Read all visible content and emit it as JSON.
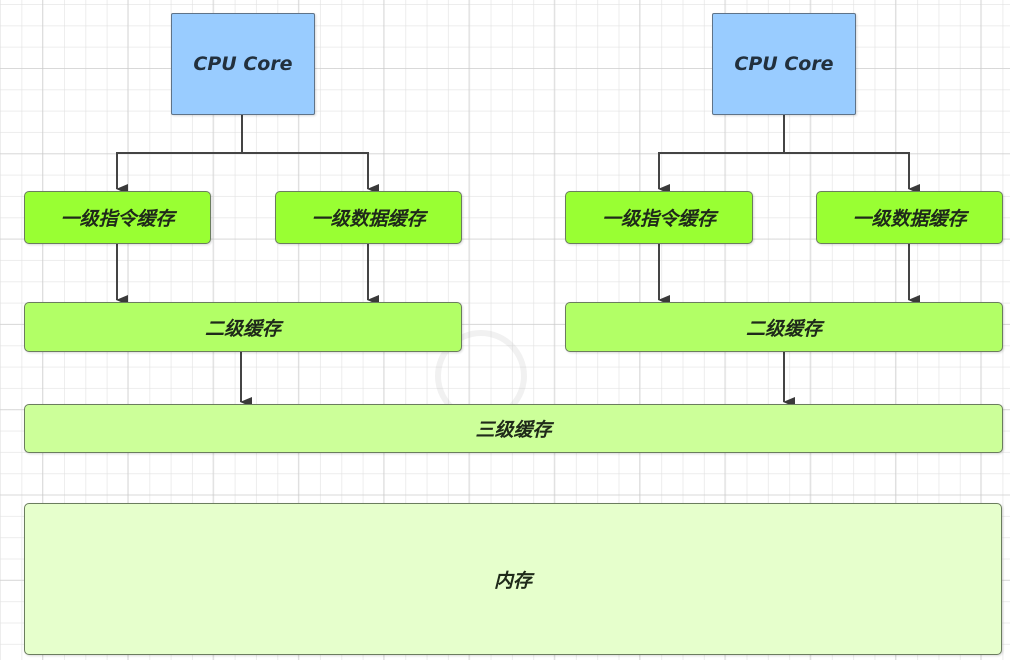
{
  "diagram": {
    "title": "CPU cache hierarchy",
    "colors": {
      "cpu": "#99ccff",
      "l1": "#99ff33",
      "l2": "#b2ff66",
      "l3": "#ccff99",
      "memory": "#e6ffcc",
      "edge": "#444444"
    },
    "cores": [
      {
        "cpu_label": "CPU Core",
        "l1_instruction_label": "一级指令缓存",
        "l1_data_label": "一级数据缓存",
        "l2_label": "二级缓存"
      },
      {
        "cpu_label": "CPU Core",
        "l1_instruction_label": "一级指令缓存",
        "l1_data_label": "一级数据缓存",
        "l2_label": "二级缓存"
      }
    ],
    "l3_label": "三级缓存",
    "memory_label": "内存",
    "edges": [
      {
        "from": "core-0-cpu",
        "to": "core-0-l1i"
      },
      {
        "from": "core-0-cpu",
        "to": "core-0-l1d"
      },
      {
        "from": "core-0-l1i",
        "to": "core-0-l2"
      },
      {
        "from": "core-0-l1d",
        "to": "core-0-l2"
      },
      {
        "from": "core-0-l2",
        "to": "l3"
      },
      {
        "from": "core-1-cpu",
        "to": "core-1-l1i"
      },
      {
        "from": "core-1-cpu",
        "to": "core-1-l1d"
      },
      {
        "from": "core-1-l1i",
        "to": "core-1-l2"
      },
      {
        "from": "core-1-l1d",
        "to": "core-1-l2"
      },
      {
        "from": "core-1-l2",
        "to": "l3"
      }
    ]
  }
}
